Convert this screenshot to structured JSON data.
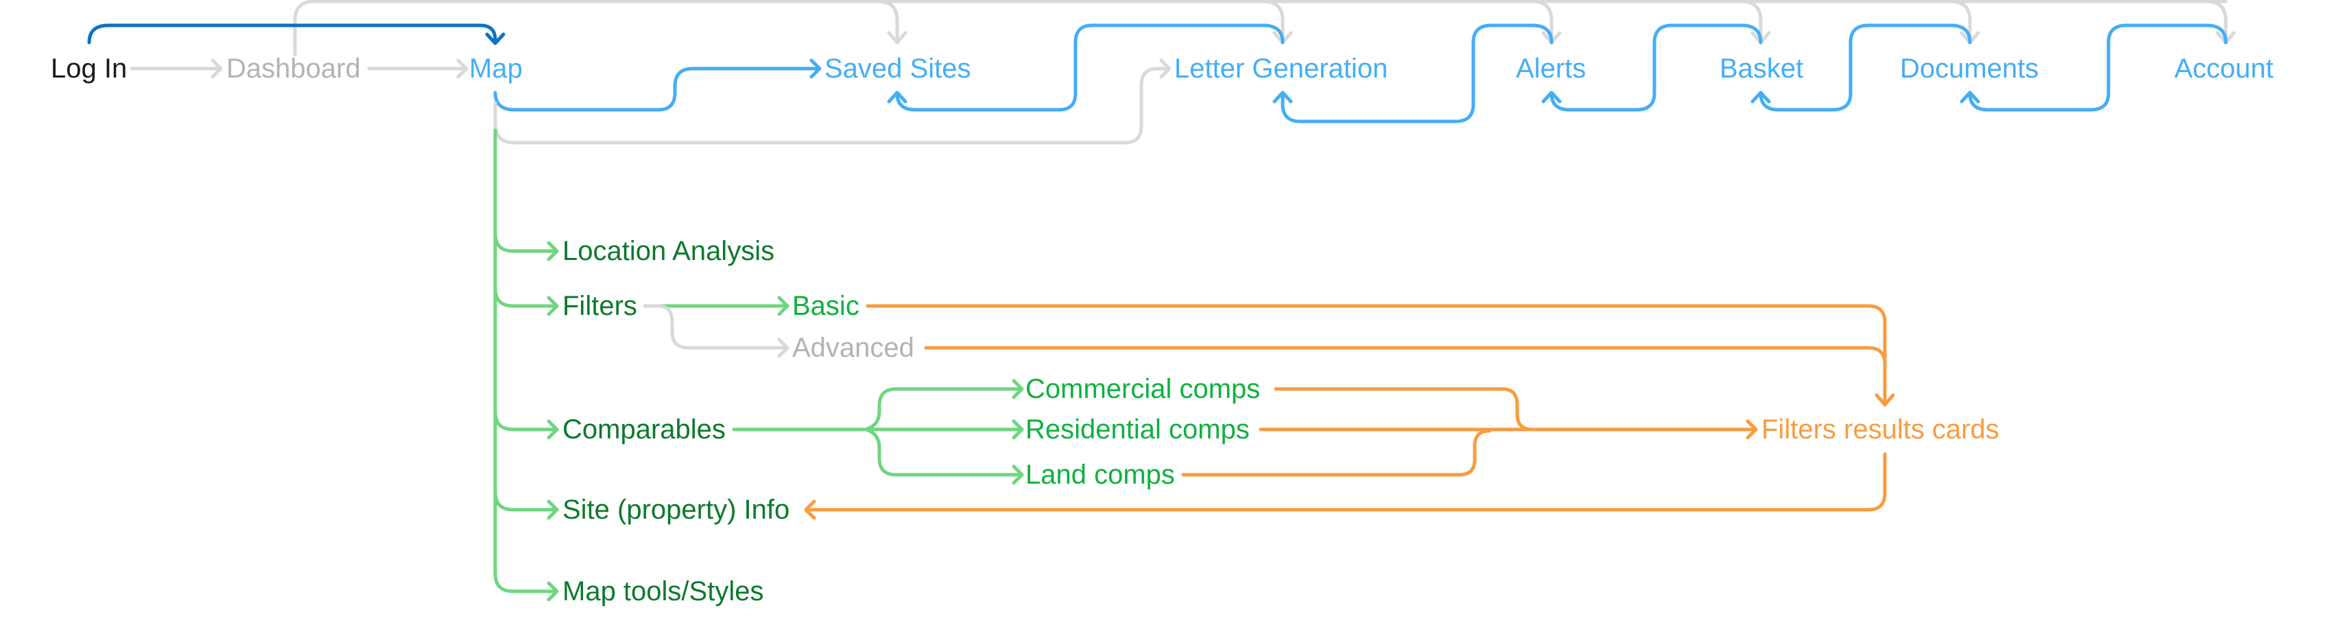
{
  "diagram": {
    "type": "user-flow",
    "colors": {
      "entry": "#1a1a1a",
      "inactive": "#b3b3b3",
      "primary_nav": "#44aef5",
      "login_path": "#0a72c8",
      "map_feature": "#0c7a2c",
      "sub_feature": "#0fb13f",
      "result": "#f99c3e",
      "inactive_edge": "#d9d9d9",
      "feature_edge": "#6fd67f"
    },
    "nodes": {
      "login": "Log In",
      "dashboard": "Dashboard",
      "map": "Map",
      "saved_sites": "Saved Sites",
      "letter_generation": "Letter Generation",
      "alerts": "Alerts",
      "basket": "Basket",
      "documents": "Documents",
      "account": "Account",
      "location_analysis": "Location Analysis",
      "filters": "Filters",
      "basic": "Basic",
      "advanced": "Advanced",
      "comparables": "Comparables",
      "commercial_comps": "Commercial comps",
      "residential_comps": "Residential comps",
      "land_comps": "Land comps",
      "site_info": "Site (property) Info",
      "map_tools": "Map tools/Styles",
      "filters_results": "Filters results cards"
    },
    "edges": [
      {
        "from": "Log In",
        "to": "Dashboard",
        "style": "inactive"
      },
      {
        "from": "Dashboard",
        "to": "Map",
        "style": "inactive"
      },
      {
        "from": "Log In",
        "to": "Map",
        "style": "login_path"
      },
      {
        "from": "Dashboard",
        "to": "Saved Sites",
        "style": "inactive"
      },
      {
        "from": "Dashboard",
        "to": "Letter Generation",
        "style": "inactive"
      },
      {
        "from": "Dashboard",
        "to": "Alerts",
        "style": "inactive"
      },
      {
        "from": "Dashboard",
        "to": "Basket",
        "style": "inactive"
      },
      {
        "from": "Dashboard",
        "to": "Documents",
        "style": "inactive"
      },
      {
        "from": "Dashboard",
        "to": "Account",
        "style": "inactive"
      },
      {
        "from": "Map",
        "to": "Saved Sites",
        "style": "primary_nav"
      },
      {
        "from": "Map",
        "to": "Letter Generation",
        "style": "inactive"
      },
      {
        "from": "Saved Sites",
        "to": "Letter Generation",
        "style": "primary_nav",
        "bidirectional": true
      },
      {
        "from": "Letter Generation",
        "to": "Alerts",
        "style": "primary_nav",
        "bidirectional": true
      },
      {
        "from": "Alerts",
        "to": "Basket",
        "style": "primary_nav",
        "bidirectional": true
      },
      {
        "from": "Basket",
        "to": "Documents",
        "style": "primary_nav",
        "bidirectional": true
      },
      {
        "from": "Documents",
        "to": "Account",
        "style": "primary_nav",
        "bidirectional": true
      },
      {
        "from": "Map",
        "to": "Location Analysis",
        "style": "feature"
      },
      {
        "from": "Map",
        "to": "Filters",
        "style": "feature"
      },
      {
        "from": "Map",
        "to": "Comparables",
        "style": "feature"
      },
      {
        "from": "Map",
        "to": "Site (property) Info",
        "style": "feature"
      },
      {
        "from": "Map",
        "to": "Map tools/Styles",
        "style": "feature"
      },
      {
        "from": "Filters",
        "to": "Basic",
        "style": "feature"
      },
      {
        "from": "Filters",
        "to": "Advanced",
        "style": "inactive"
      },
      {
        "from": "Comparables",
        "to": "Commercial comps",
        "style": "feature"
      },
      {
        "from": "Comparables",
        "to": "Residential comps",
        "style": "feature"
      },
      {
        "from": "Comparables",
        "to": "Land comps",
        "style": "feature"
      },
      {
        "from": "Basic",
        "to": "Filters results cards",
        "style": "result"
      },
      {
        "from": "Advanced",
        "to": "Filters results cards",
        "style": "result"
      },
      {
        "from": "Commercial comps",
        "to": "Filters results cards",
        "style": "result"
      },
      {
        "from": "Residential comps",
        "to": "Filters results cards",
        "style": "result"
      },
      {
        "from": "Land comps",
        "to": "Filters results cards",
        "style": "result"
      },
      {
        "from": "Filters results cards",
        "to": "Site (property) Info",
        "style": "result"
      }
    ]
  }
}
